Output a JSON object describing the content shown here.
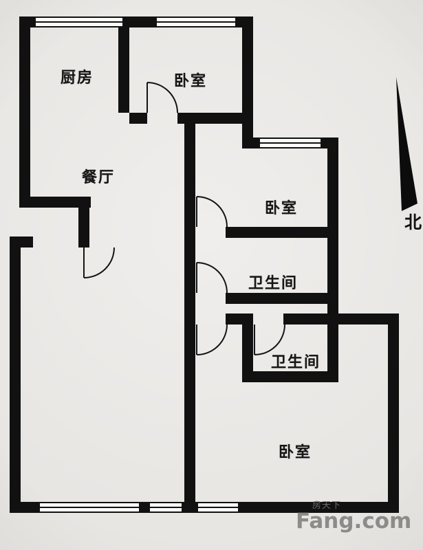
{
  "rooms": [
    {
      "id": "kitchen",
      "label": "厨房"
    },
    {
      "id": "bedroom-top",
      "label": "卧室"
    },
    {
      "id": "dining",
      "label": "餐厅"
    },
    {
      "id": "bedroom-right",
      "label": "卧室"
    },
    {
      "id": "bath-main",
      "label": "卫生间"
    },
    {
      "id": "bath-ensuite",
      "label": "卫生间"
    },
    {
      "id": "bedroom-master",
      "label": "卧室"
    }
  ],
  "compass": {
    "label": "北"
  },
  "watermark": {
    "cn": "房天下",
    "brand": "Fang.com"
  },
  "colors": {
    "wall": "#111111",
    "paper": "#dedcd9",
    "line": "#1a1a1a",
    "watermark": "#8f8f8f"
  }
}
